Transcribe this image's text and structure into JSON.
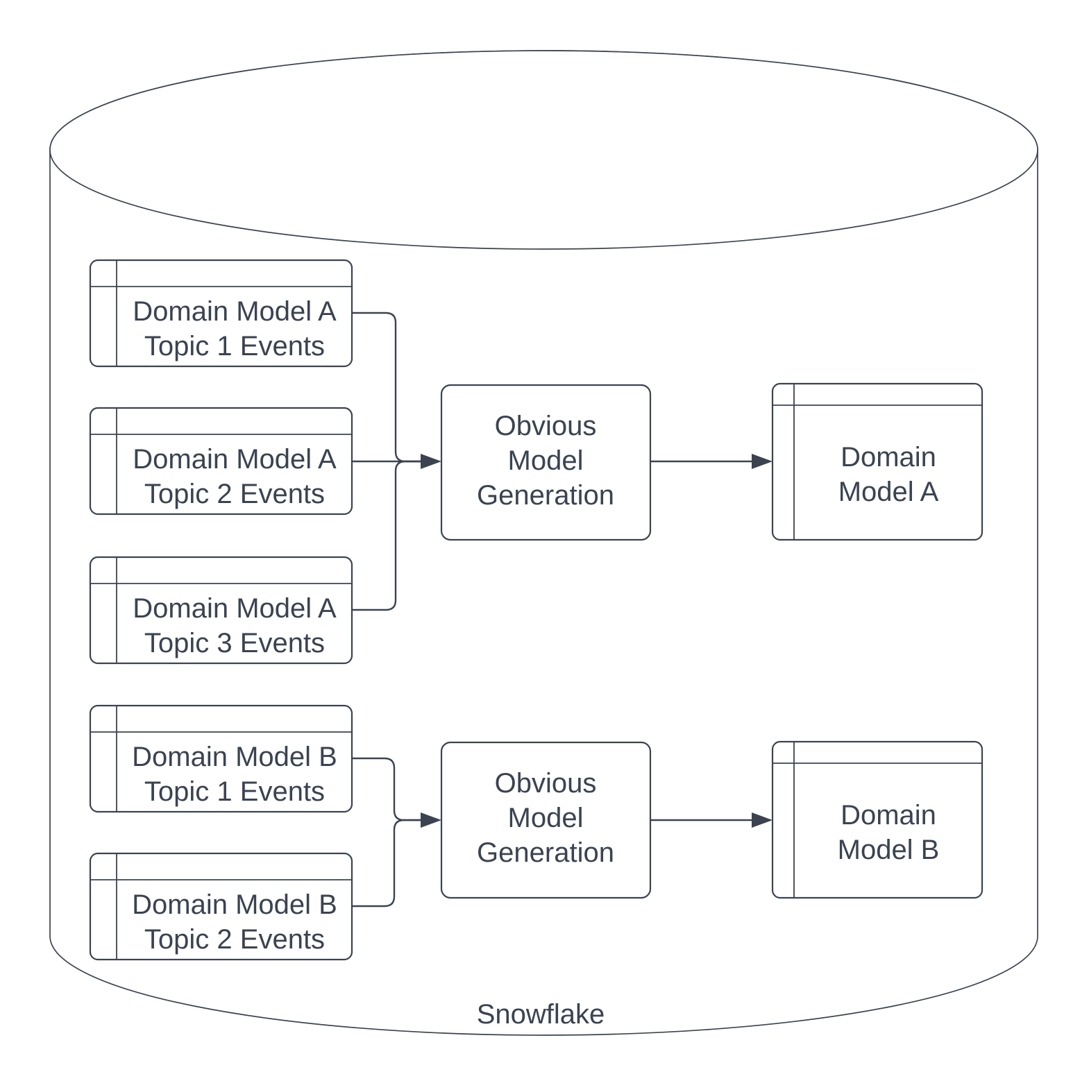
{
  "container": {
    "label": "Snowflake",
    "shape": "database-cylinder"
  },
  "groups": [
    {
      "sources": [
        {
          "line1": "Domain Model A",
          "line2": "Topic 1 Events"
        },
        {
          "line1": "Domain Model A",
          "line2": "Topic 2 Events"
        },
        {
          "line1": "Domain Model A",
          "line2": "Topic 3 Events"
        }
      ],
      "process": {
        "line1": "Obvious",
        "line2": "Model",
        "line3": "Generation"
      },
      "output": {
        "line1": "Domain",
        "line2": "Model A"
      }
    },
    {
      "sources": [
        {
          "line1": "Domain Model B",
          "line2": "Topic 1 Events"
        },
        {
          "line1": "Domain Model B",
          "line2": "Topic 2 Events"
        }
      ],
      "process": {
        "line1": "Obvious",
        "line2": "Model",
        "line3": "Generation"
      },
      "output": {
        "line1": "Domain",
        "line2": "Model B"
      }
    }
  ],
  "colors": {
    "stroke": "#3b4351",
    "text": "#3b4351",
    "shape_fill": "#ffffff",
    "background": "#ffffff"
  }
}
